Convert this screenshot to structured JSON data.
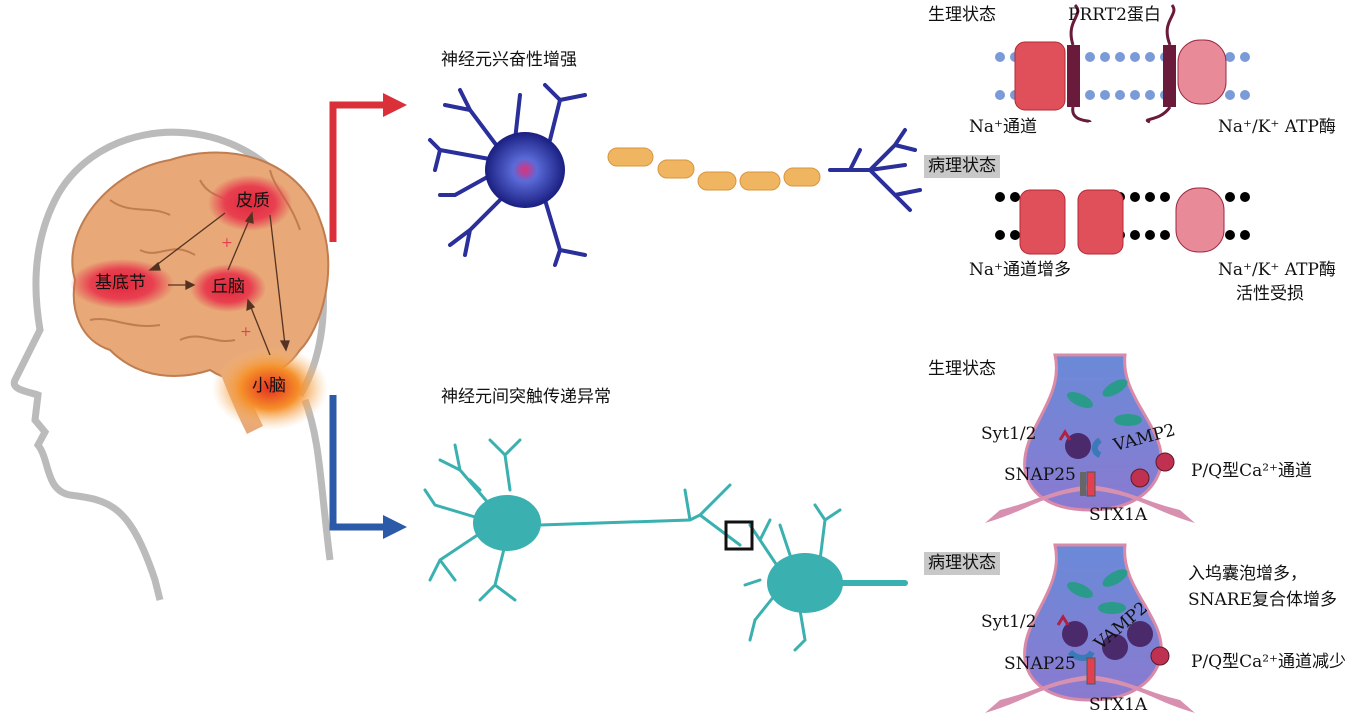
{
  "brain": {
    "regions": [
      "皮质",
      "基底节",
      "丘脑",
      "小脑"
    ],
    "plus_signs": [
      "+",
      "+"
    ]
  },
  "pathways": {
    "top_title": "神经元兴奋性增强",
    "bottom_title": "神经元间突触传递异常"
  },
  "membrane": {
    "physiological_label": "生理状态",
    "prrt2_label": "PRRT2蛋白",
    "na_channel": "Na⁺通道",
    "na_k_atpase": "Na⁺/K⁺ ATP酶",
    "pathological_label": "病理状态",
    "na_channel_increase": "Na⁺通道增多",
    "na_k_atpase_line1": "Na⁺/K⁺ ATP酶",
    "na_k_atpase_line2": "活性受损"
  },
  "synapse": {
    "physiological_label": "生理状态",
    "pathological_label": "病理状态",
    "syt": "Syt1/2",
    "vamp2": "VAMP2",
    "snap25": "SNAP25",
    "stx1a": "STX1A",
    "ca_channel": "P/Q型Ca²⁺通道",
    "ca_channel_decrease": "P/Q型Ca²⁺通道减少",
    "docked_increase": "入坞囊泡增多，",
    "snare_increase": "SNARE复合体增多"
  },
  "colors": {
    "red_arrow": "#d9303a",
    "blue_arrow": "#2a5aa8",
    "brain": "#e8a877",
    "neuron_blue": "#2a2f9a",
    "neuron_teal": "#3ab0b0"
  }
}
